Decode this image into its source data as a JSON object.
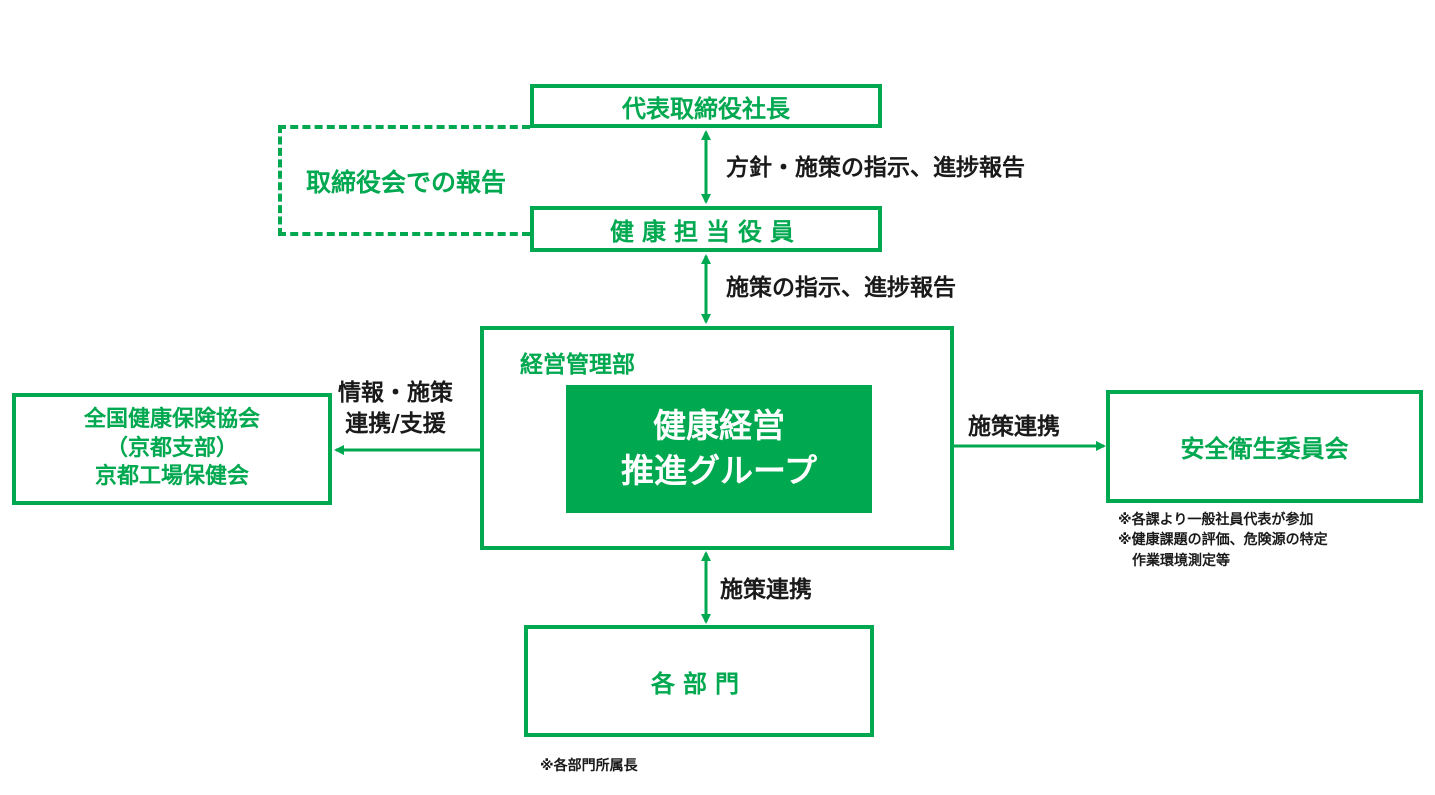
{
  "colors": {
    "accent": "#00a84f",
    "text": "#1a1a1a",
    "background": "#ffffff"
  },
  "nodes": {
    "ceo": "代表取締役社長",
    "board_report": "取締役会での報告",
    "health_officer": "健康担当役員",
    "mgmt_dept": "経営管理部",
    "promo_group": [
      "健康経営",
      "推進グループ"
    ],
    "kyokai": [
      "全国健康保険協会",
      "（京都支部）",
      "京都工場保健会"
    ],
    "safety_committee": "安全衛生委員会",
    "departments": "各部門"
  },
  "edge_labels": {
    "ceo_officer": "方針・施策の指示、進捗報告",
    "officer_mgmt": "施策の指示、進捗報告",
    "kyokai_mgmt": [
      "情報・施策",
      "連携/支援"
    ],
    "mgmt_safety": "施策連携",
    "mgmt_departments": "施策連携"
  },
  "notes": {
    "safety_committee": [
      "※各課より一般社員代表が参加",
      "※健康課題の評価、危険源の特定",
      "　作業環境測定等"
    ],
    "departments": "※各部門所属長"
  }
}
